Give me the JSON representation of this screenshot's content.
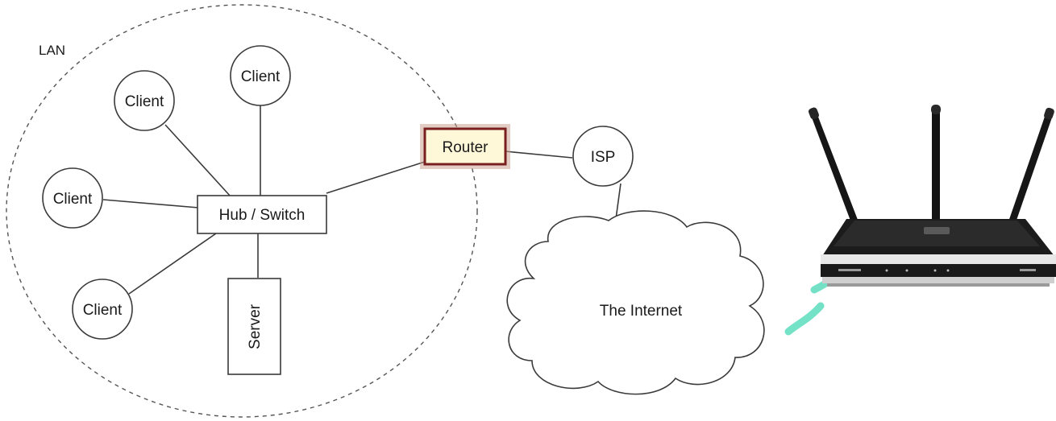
{
  "diagram": {
    "lan_label": "LAN",
    "clients": [
      {
        "label": "Client"
      },
      {
        "label": "Client"
      },
      {
        "label": "Client"
      },
      {
        "label": "Client"
      }
    ],
    "hub_label": "Hub / Switch",
    "server_label": "Server",
    "router_label": "Router",
    "isp_label": "ISP",
    "internet_label": "The Internet"
  },
  "colors": {
    "router_border": "#7a1f1f",
    "router_fill": "#fff8d8",
    "line": "#3a3a3a",
    "watermark": "#46d8b4"
  },
  "device_photo": {
    "icon": "wireless-router-icon",
    "antenna_count": 3
  }
}
